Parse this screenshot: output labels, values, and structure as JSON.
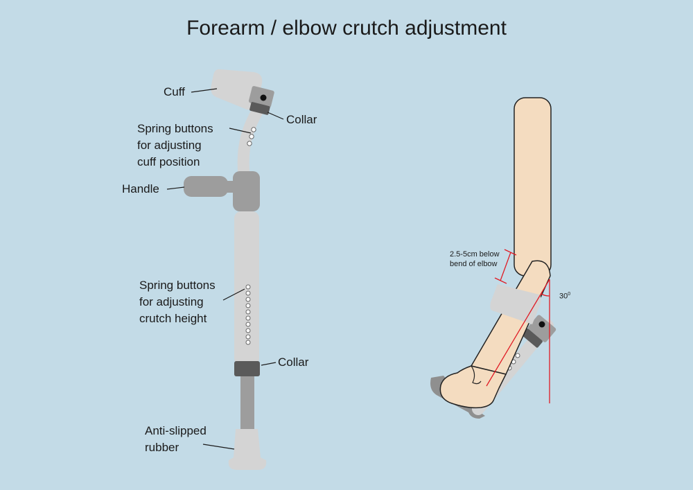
{
  "title": "Forearm / elbow crutch adjustment",
  "colors": {
    "background": "#c3dbe7",
    "crutch_light": "#d4d4d4",
    "crutch_mid": "#9d9d9d",
    "crutch_dark": "#5a5a5a",
    "skin": "#f4dcc0",
    "guide_line": "#e01b24"
  },
  "labels": {
    "cuff": "Cuff",
    "collar_top": "Collar",
    "spring_cuff": [
      "Spring buttons",
      "for adjusting",
      "cuff position"
    ],
    "handle": "Handle",
    "spring_height": [
      "Spring buttons",
      "for adjusting",
      "crutch height"
    ],
    "collar_bottom": "Collar",
    "rubber": [
      "Anti-slipped",
      "rubber"
    ]
  },
  "measure": {
    "distance": [
      "2.5-5cm below",
      "bend of elbow"
    ],
    "angle": "30",
    "angle_unit": "0"
  }
}
